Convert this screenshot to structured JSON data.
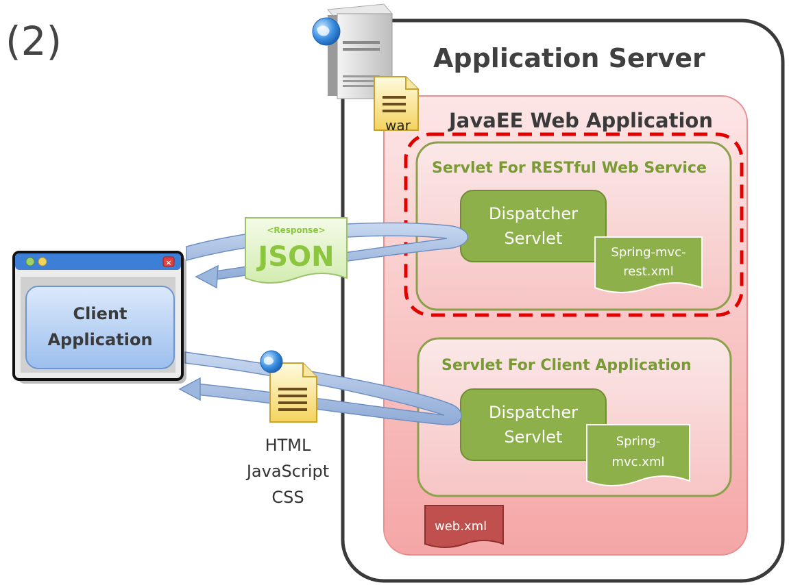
{
  "step_label": "(2)",
  "app_server": {
    "title": "Application Server"
  },
  "war_icon": {
    "label": "war"
  },
  "javaee_app": {
    "title": "JavaEE Web Application"
  },
  "rest_servlet": {
    "title": "Servlet For RESTful Web Service",
    "dispatcher": [
      "Dispatcher",
      "Servlet"
    ],
    "config": [
      "Spring-mvc-",
      "rest.xml"
    ]
  },
  "client_servlet": {
    "title": "Servlet For Client Application",
    "dispatcher": [
      "Dispatcher",
      "Servlet"
    ],
    "config": [
      "Spring-",
      "mvc.xml"
    ]
  },
  "web_xml": {
    "label": "web.xml"
  },
  "client_app": {
    "label": [
      "Client",
      "Application"
    ]
  },
  "json_doc": {
    "tag": "<Response>",
    "label": "JSON"
  },
  "html_doc": {
    "label": [
      "HTML",
      "JavaScript",
      "CSS"
    ]
  },
  "colors": {
    "server_border": "#3a3a3a",
    "app_fill_top": "#fce0e0",
    "app_fill_bottom": "#f7a9a9",
    "servlet_border": "#8aa04a",
    "dispatcher_fill": "#8db04a",
    "dashed_red": "#e00000",
    "web_xml_fill": "#c0504d",
    "client_fill": "#aac8f0",
    "json_green": "#8cc63f",
    "arrow_fill": "#9bb7de"
  }
}
